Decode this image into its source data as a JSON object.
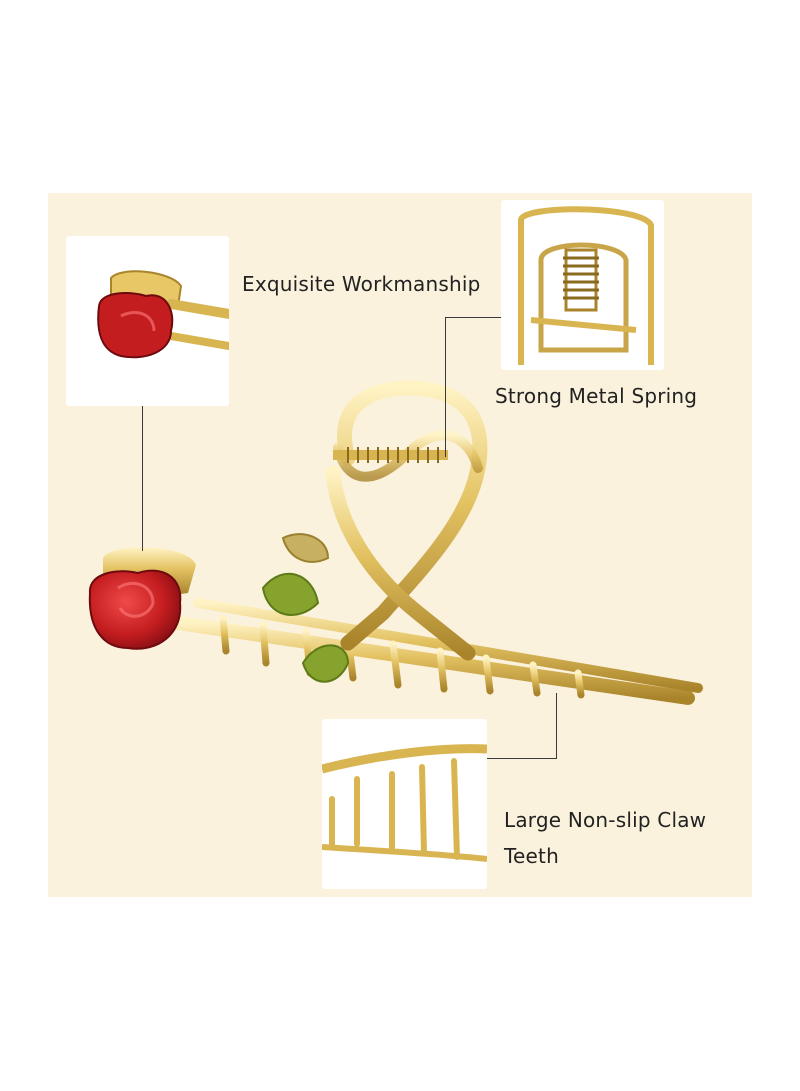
{
  "callouts": {
    "workmanship": "Exquisite Workmanship",
    "spring": "Strong Metal Spring",
    "teeth_line1": "Large Non-slip Claw",
    "teeth_line2": "Teeth"
  },
  "colors": {
    "background": "#fbf2dd",
    "gold": "#e3c262",
    "rose": "#c41d20",
    "leaf": "#86a32e"
  }
}
